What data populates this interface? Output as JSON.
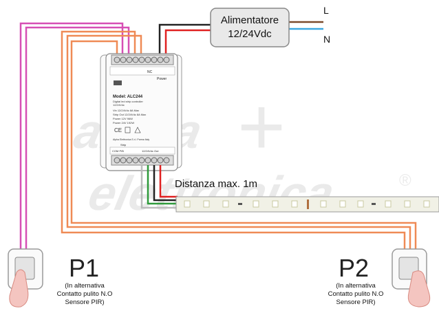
{
  "power_supply": {
    "line1": "Alimentatore",
    "line2": "12/24Vdc"
  },
  "mains": {
    "line_label": "L",
    "neutral_label": "N"
  },
  "controller": {
    "model": "Model: ALC244",
    "description_1": "Digital led strip controller",
    "description_2": "12/24Vdc",
    "spec_vin": "Vin      12/24Vdc 8A Max",
    "spec_strip": "Strip Out  12/24Vdc 8A Max",
    "spec_power1": "Power     12V  96W",
    "spec_power2": "Power     24V 192W",
    "maker": "Alpha Elettronica  S.r.l. Parma Italy",
    "power_label": "Power",
    "nc_label": "NC",
    "strip_label": "Strip",
    "bottom_left": "COM  P/B",
    "bottom_right": "12/24Vdc Out"
  },
  "distance_label": "Distanza max. 1m",
  "p1": {
    "title": "P1",
    "note_1": "(In alternativa",
    "note_2": "Contatto pulito N.O",
    "note_3": "Sensore PIR)"
  },
  "p2": {
    "title": "P2",
    "note_1": "(In alternativa",
    "note_2": "Contatto pulito N.O",
    "note_3": "Sensore PIR)"
  },
  "watermark": {
    "line1": "alpha",
    "line2": "elettronica",
    "symbol": "+",
    "registered": "®"
  },
  "colors": {
    "magenta_wire": "#d64fb4",
    "orange_wire": "#ef8a55",
    "red_wire": "#e02020",
    "black_wire": "#222222",
    "blue_wire": "#3aa7e0",
    "brown_wire": "#7a4a2a",
    "green_wire": "#2e9a3a",
    "led_strip": "#f1f1e6"
  }
}
